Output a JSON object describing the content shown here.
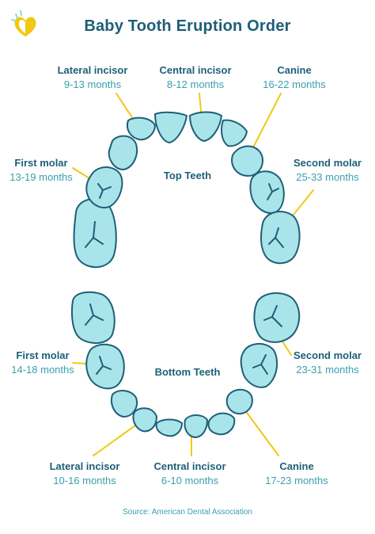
{
  "title": "Baby Tooth Eruption Order",
  "colors": {
    "tooth_fill": "#a8e4e9",
    "tooth_stroke": "#1e5f78",
    "leader": "#f2c811",
    "heading": "#1e5f78",
    "months": "#3aa0ae",
    "logo": "#f2c811"
  },
  "top": {
    "heading": "Top Teeth",
    "labels": {
      "lateral_incisor": {
        "name": "Lateral incisor",
        "months": "9-13 months"
      },
      "central_incisor": {
        "name": "Central incisor",
        "months": "8-12 months"
      },
      "canine": {
        "name": "Canine",
        "months": "16-22 months"
      },
      "first_molar": {
        "name": "First molar",
        "months": "13-19 months"
      },
      "second_molar": {
        "name": "Second molar",
        "months": "25-33 months"
      }
    }
  },
  "bottom": {
    "heading": "Bottom Teeth",
    "labels": {
      "first_molar": {
        "name": "First molar",
        "months": "14-18 months"
      },
      "second_molar": {
        "name": "Second molar",
        "months": "23-31 months"
      },
      "lateral_incisor": {
        "name": "Lateral incisor",
        "months": "10-16 months"
      },
      "central_incisor": {
        "name": "Central incisor",
        "months": "6-10 months"
      },
      "canine": {
        "name": "Canine",
        "months": "17-23 months"
      }
    }
  },
  "source": "Source: American Dental Association"
}
